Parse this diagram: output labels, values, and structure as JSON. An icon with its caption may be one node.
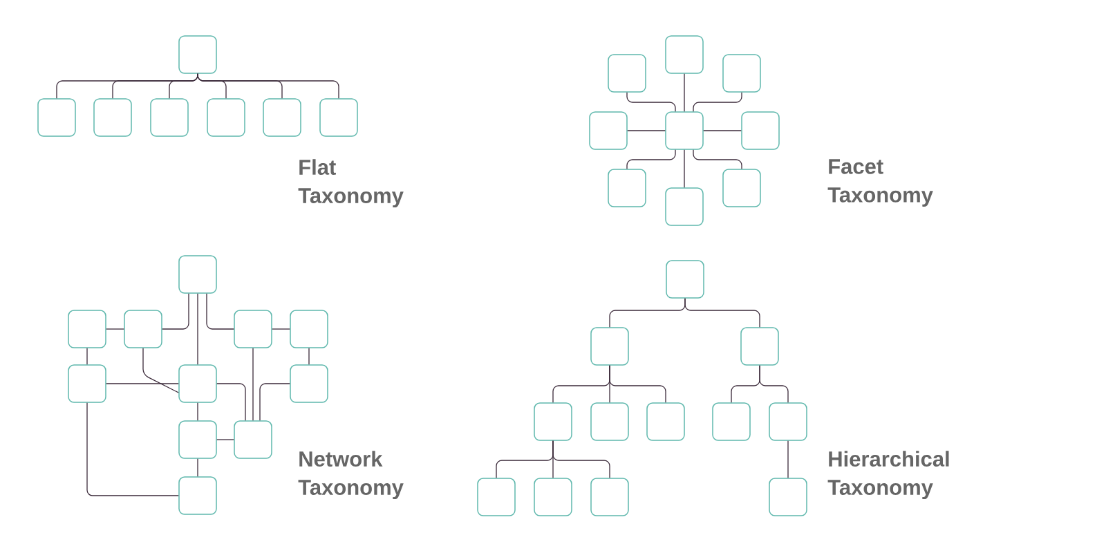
{
  "diagram": {
    "nodes": [
      {
        "text": [],
        "shape": "box"
      },
      {
        "text": [],
        "shape": "box"
      },
      {
        "text": [],
        "shape": "box"
      },
      {
        "text": [],
        "shape": "box"
      },
      {
        "text": [],
        "shape": "box"
      },
      {
        "text": [],
        "shape": "box"
      },
      {
        "text": [],
        "shape": "box"
      },
      {
        "text": [],
        "shape": "box"
      },
      {
        "text": [],
        "shape": "box"
      },
      {
        "text": [],
        "shape": "box"
      },
      {
        "text": [],
        "shape": "box"
      },
      {
        "text": [],
        "shape": "box"
      },
      {
        "text": [],
        "shape": "box"
      },
      {
        "text": [],
        "shape": "box"
      },
      {
        "text": [],
        "shape": "box"
      },
      {
        "text": [],
        "shape": "box"
      },
      {
        "text": [],
        "shape": "box"
      },
      {
        "text": [],
        "shape": "box"
      },
      {
        "text": [],
        "shape": "box"
      },
      {
        "text": [],
        "shape": "box"
      },
      {
        "text": [],
        "shape": "box"
      },
      {
        "text": [],
        "shape": "box"
      },
      {
        "text": [],
        "shape": "box"
      },
      {
        "text": [],
        "shape": "box"
      },
      {
        "text": [],
        "shape": "box"
      },
      {
        "text": [],
        "shape": "box"
      },
      {
        "text": [],
        "shape": "box"
      },
      {
        "text": [],
        "shape": "box"
      },
      {
        "text": [],
        "shape": "box"
      },
      {
        "text": [],
        "shape": "box"
      },
      {
        "text": [],
        "shape": "box"
      },
      {
        "text": [],
        "shape": "box"
      },
      {
        "text": [],
        "shape": "box"
      },
      {
        "text": [],
        "shape": "box"
      },
      {
        "text": [],
        "shape": "box"
      },
      {
        "text": [],
        "shape": "box"
      },
      {
        "text": [],
        "shape": "box"
      },
      {
        "text": [],
        "shape": "box"
      },
      {
        "text": [],
        "shape": "box"
      }
    ],
    "edges": [
      {
        "from": 0,
        "to": 1,
        "arrow": "none"
      },
      {
        "from": 0,
        "to": 2,
        "arrow": "none"
      },
      {
        "from": 0,
        "to": 3,
        "arrow": "none"
      },
      {
        "from": 0,
        "to": 4,
        "arrow": "none"
      },
      {
        "from": 0,
        "to": 5,
        "arrow": "none"
      },
      {
        "from": 0,
        "to": 6,
        "arrow": "none"
      },
      {
        "from": 11,
        "to": 7,
        "arrow": "none"
      },
      {
        "from": 11,
        "to": 8,
        "arrow": "none"
      },
      {
        "from": 11,
        "to": 9,
        "arrow": "none"
      },
      {
        "from": 11,
        "to": 10,
        "arrow": "none"
      },
      {
        "from": 11,
        "to": 12,
        "arrow": "none"
      },
      {
        "from": 11,
        "to": 13,
        "arrow": "none"
      },
      {
        "from": 11,
        "to": 14,
        "arrow": "none"
      },
      {
        "from": 11,
        "to": 15,
        "arrow": "none"
      },
      {
        "from": 17,
        "to": 18,
        "arrow": "none"
      },
      {
        "from": 18,
        "to": 16,
        "arrow": "none"
      },
      {
        "from": 16,
        "to": 22,
        "arrow": "none"
      },
      {
        "from": 16,
        "to": 19,
        "arrow": "none"
      },
      {
        "from": 19,
        "to": 20,
        "arrow": "none"
      },
      {
        "from": 17,
        "to": 21,
        "arrow": "none"
      },
      {
        "from": 18,
        "to": 22,
        "arrow": "none"
      },
      {
        "from": 21,
        "to": 22,
        "arrow": "none"
      },
      {
        "from": 22,
        "to": 25,
        "arrow": "none"
      },
      {
        "from": 19,
        "to": 25,
        "arrow": "none"
      },
      {
        "from": 23,
        "to": 25,
        "arrow": "none"
      },
      {
        "from": 20,
        "to": 23,
        "arrow": "none"
      },
      {
        "from": 22,
        "to": 24,
        "arrow": "none"
      },
      {
        "from": 24,
        "to": 25,
        "arrow": "none"
      },
      {
        "from": 24,
        "to": 26,
        "arrow": "none"
      },
      {
        "from": 21,
        "to": 26,
        "arrow": "none"
      },
      {
        "from": 27,
        "to": 28,
        "arrow": "none"
      },
      {
        "from": 27,
        "to": 29,
        "arrow": "none"
      },
      {
        "from": 28,
        "to": 30,
        "arrow": "none"
      },
      {
        "from": 28,
        "to": 31,
        "arrow": "none"
      },
      {
        "from": 28,
        "to": 32,
        "arrow": "none"
      },
      {
        "from": 29,
        "to": 33,
        "arrow": "none"
      },
      {
        "from": 29,
        "to": 34,
        "arrow": "none"
      },
      {
        "from": 30,
        "to": 35,
        "arrow": "none"
      },
      {
        "from": 30,
        "to": 36,
        "arrow": "none"
      },
      {
        "from": 30,
        "to": 37,
        "arrow": "none"
      },
      {
        "from": 34,
        "to": 38,
        "arrow": "none"
      }
    ],
    "labels": [
      "Flat Taxonomy",
      "Facet Taxonomy",
      "Network Taxonomy",
      "Hierarchical Taxonomy"
    ]
  }
}
